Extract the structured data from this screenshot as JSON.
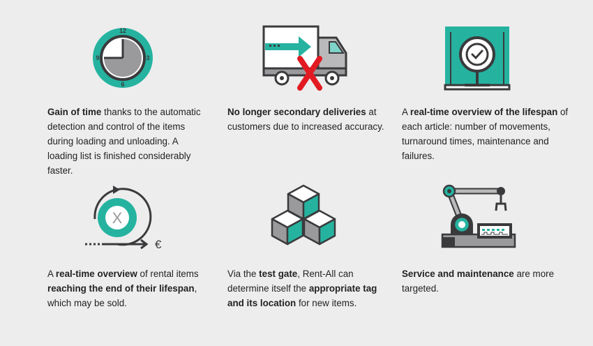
{
  "features": [
    {
      "icon": "stopwatch-icon",
      "clock_labels": {
        "top": "12",
        "right": "3",
        "bottom": "6",
        "left": "9"
      },
      "parts": [
        {
          "text": "Gain of time",
          "bold": true
        },
        {
          "text": " thanks to the automatic detection and control of the items during loading and unloading. A loading list is finished considerably faster.",
          "bold": false
        }
      ]
    },
    {
      "icon": "truck-crossed-icon",
      "parts": [
        {
          "text": "No longer secondary deliveries",
          "bold": true
        },
        {
          "text": " at customers due to increased accuracy.",
          "bold": false
        }
      ]
    },
    {
      "icon": "magnifier-check-icon",
      "parts": [
        {
          "text": "A ",
          "bold": false
        },
        {
          "text": "real-time overview of the lifespan",
          "bold": true
        },
        {
          "text": " of each article: number of movements, turnaround times, maintenance and failures.",
          "bold": false
        }
      ]
    },
    {
      "icon": "cycle-euro-icon",
      "cycle_letter": "X",
      "currency_symbol": "€",
      "parts": [
        {
          "text": "A ",
          "bold": false
        },
        {
          "text": "real-time overview",
          "bold": true
        },
        {
          "text": " of rental items ",
          "bold": false
        },
        {
          "text": "reaching the end of their lifespan",
          "bold": true
        },
        {
          "text": ", which may be sold.",
          "bold": false
        }
      ]
    },
    {
      "icon": "cubes-icon",
      "parts": [
        {
          "text": "Via the ",
          "bold": false
        },
        {
          "text": "test gate",
          "bold": true
        },
        {
          "text": ", Rent-All can determine itself the ",
          "bold": false
        },
        {
          "text": "appropriate tag and its location",
          "bold": true
        },
        {
          "text": " for new items.",
          "bold": false
        }
      ]
    },
    {
      "icon": "robot-arm-icon",
      "parts": [
        {
          "text": "Service and maintenance",
          "bold": true
        },
        {
          "text": " are more targeted.",
          "bold": false
        }
      ]
    }
  ],
  "colors": {
    "accent": "#25b3a0",
    "dark": "#3a3a3c",
    "gray": "#9a9a9c",
    "red": "#e21b23"
  }
}
